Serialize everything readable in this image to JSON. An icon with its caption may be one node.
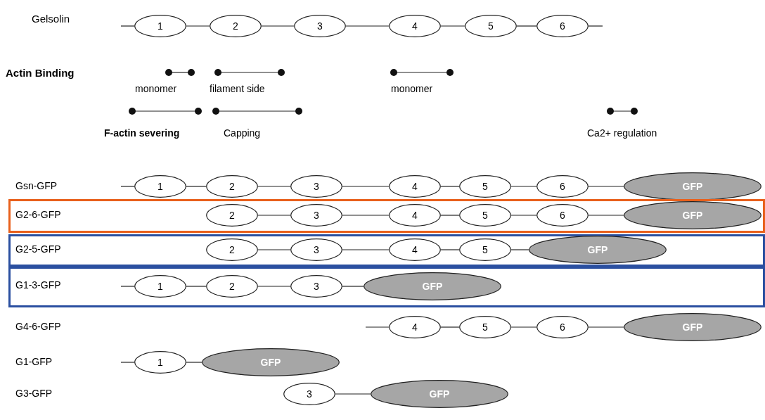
{
  "diagram": {
    "nodes": [
      {
        "text": [
          "1"
        ]
      },
      {
        "text": [
          "2"
        ]
      },
      {
        "text": [
          "3"
        ]
      },
      {
        "text": [
          "4"
        ]
      },
      {
        "text": [
          "5"
        ]
      },
      {
        "text": [
          "6"
        ]
      },
      {
        "text": [
          "1"
        ]
      },
      {
        "text": [
          "2"
        ]
      },
      {
        "text": [
          "3"
        ]
      },
      {
        "text": [
          "4"
        ]
      },
      {
        "text": [
          "5"
        ]
      },
      {
        "text": [
          "6"
        ]
      },
      {
        "text": [
          "GFP"
        ]
      },
      {
        "text": [],
        "shape": "box"
      },
      {
        "text": [
          "2"
        ],
        "in": 13
      },
      {
        "text": [
          "3"
        ],
        "in": 13
      },
      {
        "text": [
          "4"
        ],
        "in": 13
      },
      {
        "text": [
          "5"
        ],
        "in": 13
      },
      {
        "text": [
          "6"
        ],
        "in": 13
      },
      {
        "text": [
          "GFP"
        ],
        "in": 13
      },
      {
        "text": [],
        "shape": "box"
      },
      {
        "text": [
          "2"
        ],
        "in": 20
      },
      {
        "text": [
          "3"
        ],
        "in": 20
      },
      {
        "text": [
          "4"
        ],
        "in": 20
      },
      {
        "text": [
          "5"
        ],
        "in": 20
      },
      {
        "text": [
          "GFP"
        ],
        "in": 20
      },
      {
        "text": [],
        "shape": "box"
      },
      {
        "text": [
          "1"
        ],
        "in": 26
      },
      {
        "text": [
          "2"
        ],
        "in": 26
      },
      {
        "text": [
          "3"
        ],
        "in": 26
      },
      {
        "text": [
          "GFP"
        ],
        "in": 26
      },
      {
        "text": [
          "4"
        ]
      },
      {
        "text": [
          "5"
        ]
      },
      {
        "text": [
          "6"
        ]
      },
      {
        "text": [
          "GFP"
        ]
      },
      {
        "text": [
          "1"
        ]
      },
      {
        "text": [
          "GFP"
        ]
      },
      {
        "text": [
          "3"
        ]
      },
      {
        "text": [
          "GFP"
        ]
      }
    ],
    "edges": [
      {
        "from": null,
        "to": 0,
        "arrow": "none"
      },
      {
        "from": 0,
        "to": 1,
        "arrow": "none"
      },
      {
        "from": 1,
        "to": 2,
        "arrow": "none"
      },
      {
        "from": 2,
        "to": 3,
        "arrow": "none"
      },
      {
        "from": 3,
        "to": 4,
        "arrow": "none"
      },
      {
        "from": 4,
        "to": 5,
        "arrow": "none"
      },
      {
        "from": 5,
        "to": null,
        "arrow": "none"
      },
      {
        "from": null,
        "to": 6,
        "arrow": "none"
      },
      {
        "from": 6,
        "to": 7,
        "arrow": "none"
      },
      {
        "from": 7,
        "to": 8,
        "arrow": "none"
      },
      {
        "from": 8,
        "to": 9,
        "arrow": "none"
      },
      {
        "from": 9,
        "to": 10,
        "arrow": "none"
      },
      {
        "from": 10,
        "to": 11,
        "arrow": "none"
      },
      {
        "from": 11,
        "to": 12,
        "arrow": "none"
      },
      {
        "from": 14,
        "to": 15,
        "arrow": "none"
      },
      {
        "from": 15,
        "to": 16,
        "arrow": "none"
      },
      {
        "from": 16,
        "to": 17,
        "arrow": "none"
      },
      {
        "from": 17,
        "to": 18,
        "arrow": "none"
      },
      {
        "from": 18,
        "to": 19,
        "arrow": "none"
      },
      {
        "from": 21,
        "to": 22,
        "arrow": "none"
      },
      {
        "from": 22,
        "to": 23,
        "arrow": "none"
      },
      {
        "from": 23,
        "to": 24,
        "arrow": "none"
      },
      {
        "from": 24,
        "to": 25,
        "arrow": "none"
      },
      {
        "from": null,
        "to": 27,
        "arrow": "none"
      },
      {
        "from": 27,
        "to": 28,
        "arrow": "none"
      },
      {
        "from": 28,
        "to": 29,
        "arrow": "none"
      },
      {
        "from": 29,
        "to": 30,
        "arrow": "none"
      },
      {
        "from": null,
        "to": 31,
        "arrow": "none"
      },
      {
        "from": 31,
        "to": 32,
        "arrow": "none"
      },
      {
        "from": 32,
        "to": 33,
        "arrow": "none"
      },
      {
        "from": 33,
        "to": 34,
        "arrow": "none"
      },
      {
        "from": null,
        "to": 35,
        "arrow": "none"
      },
      {
        "from": 35,
        "to": 36,
        "arrow": "none"
      },
      {
        "from": 37,
        "to": 38,
        "arrow": "none"
      }
    ],
    "labels": [
      "Gelsolin",
      "Actin Binding",
      "monomer",
      "filament side",
      "monomer",
      "F-actin severing",
      "Capping",
      "Ca2+ regulation",
      "Gsn-GFP",
      "G2-6-GFP",
      "G2-5-GFP",
      "G1-3-GFP",
      "G4-6-GFP",
      "G1-GFP",
      "G3-GFP"
    ]
  }
}
